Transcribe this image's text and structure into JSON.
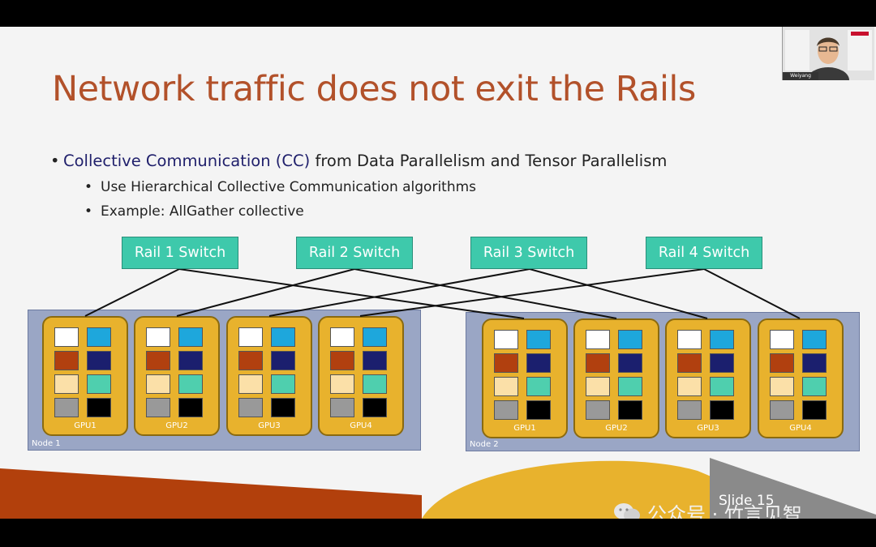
{
  "slide": {
    "title": "Network traffic does not exit the Rails",
    "bullet_main_highlight": "Collective Communication (CC)",
    "bullet_main_rest": " from Data Parallelism and Tensor Parallelism",
    "sub_bullets": [
      "Use Hierarchical Collective Communication algorithms",
      "Example: AllGather collective"
    ],
    "slide_number": "Slide  15"
  },
  "diagram": {
    "switches": [
      "Rail 1 Switch",
      "Rail 2 Switch",
      "Rail 3 Switch",
      "Rail 4 Switch"
    ],
    "nodes": [
      {
        "label": "Node 1",
        "gpus": [
          "GPU1",
          "GPU2",
          "GPU3",
          "GPU4"
        ]
      },
      {
        "label": "Node 2",
        "gpus": [
          "GPU1",
          "GPU2",
          "GPU3",
          "GPU4"
        ]
      }
    ],
    "cell_colors": [
      "#ffffff",
      "#1ea7dc",
      "#b1400f",
      "#1b1f6e",
      "#fbe0a8",
      "#4fcfae",
      "#999999",
      "#000000"
    ],
    "colors": {
      "switch": "#3ec9ab",
      "gpu": "#e8b22d",
      "node": "#9aa6c5",
      "title": "#b2512a"
    }
  },
  "watermark": {
    "text": "公众号 · 竹言见智"
  },
  "webcam": {
    "name": "Weiyang Wang"
  }
}
